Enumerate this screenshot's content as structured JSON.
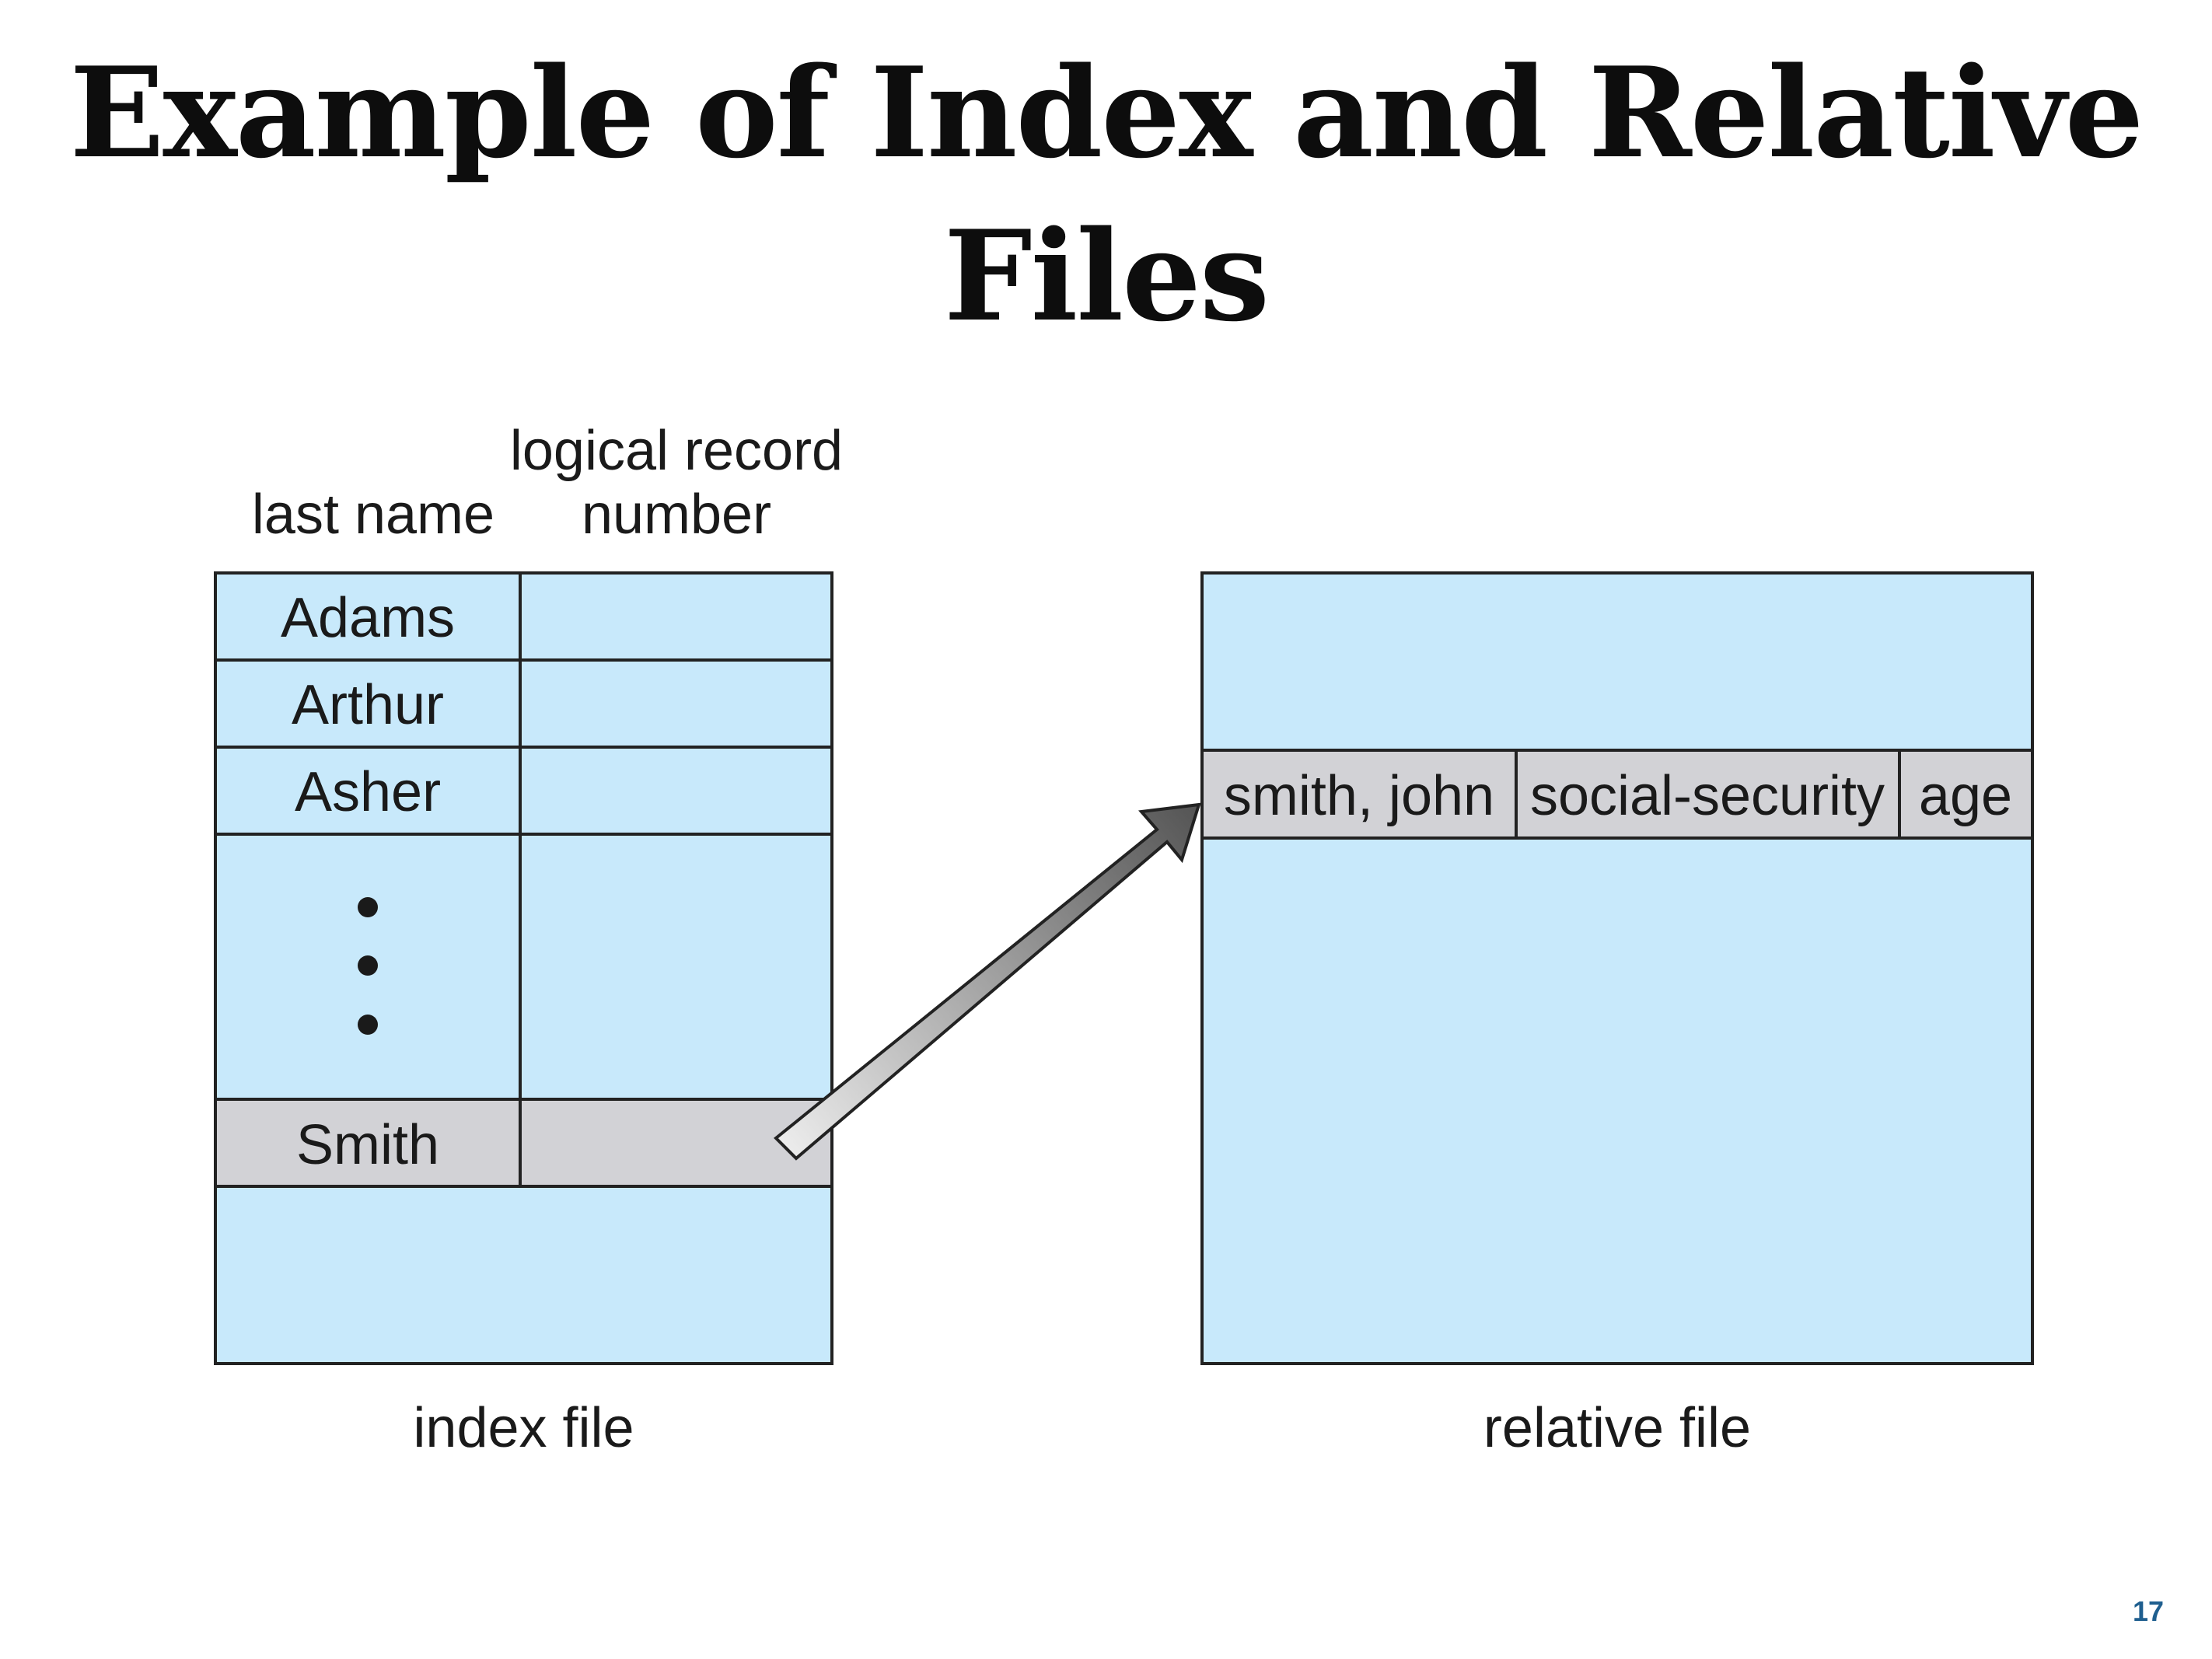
{
  "title_line1": "Example of Index and Relative",
  "title_line2": "Files",
  "index_headers": {
    "last_name": "last name",
    "logical_record_line1": "logical record",
    "logical_record_line2": "number"
  },
  "index_rows": [
    "Adams",
    "Arthur",
    "Asher",
    "Smith"
  ],
  "relative_record": {
    "name": "smith, john",
    "ssn": "social-security",
    "age": "age"
  },
  "labels": {
    "index_file": "index file",
    "relative_file": "relative file"
  },
  "page_number": "17",
  "colors": {
    "box_fill": "#c8e9fb",
    "highlight_fill": "#d2d2d6",
    "border": "#222222"
  }
}
